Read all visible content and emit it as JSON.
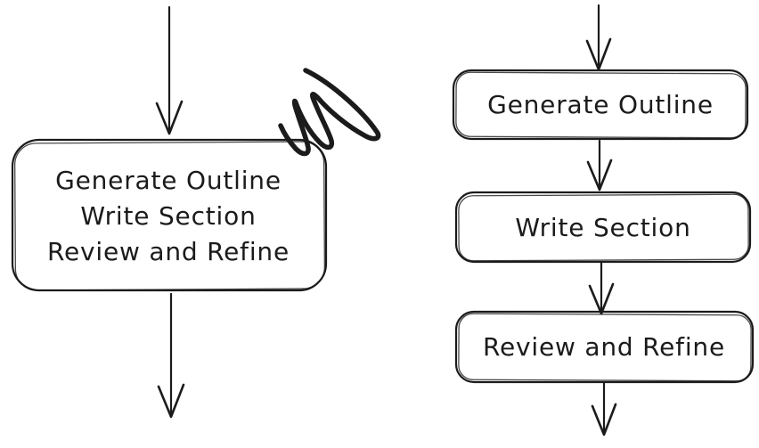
{
  "colors": {
    "ink": "#1b1b1b",
    "background": "#ffffff"
  },
  "left_diagram": {
    "box_lines": [
      "Generate Outline",
      "Write Section",
      "Review and Refine"
    ]
  },
  "right_diagram": {
    "boxes": [
      {
        "label": "Generate Outline"
      },
      {
        "label": "Write Section"
      },
      {
        "label": "Review and Refine"
      }
    ]
  },
  "icons": {
    "scribble": "scribble-rejection-mark"
  }
}
